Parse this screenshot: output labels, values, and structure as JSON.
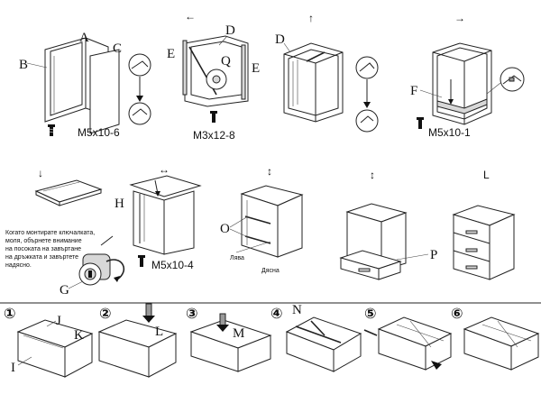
{
  "labels": {
    "A": "A",
    "B": "B",
    "C": "C",
    "D1": "D",
    "E1": "E",
    "Q": "Q",
    "E2": "E",
    "D2": "D",
    "F": "F",
    "H": "H",
    "O": "O",
    "P": "P",
    "G": "G",
    "J": "J",
    "K": "K",
    "I": "I",
    "L": "L",
    "M": "M",
    "N": "N"
  },
  "screws": {
    "s1": "M5x10-6",
    "s2": "M3x12-8",
    "s3": "M5x10-1",
    "s4": "M5x10-4"
  },
  "arrows": {
    "a1": "←",
    "a2": "↑",
    "a3": "→",
    "b1": "↓",
    "b2": "↔",
    "b3": "↕",
    "b4": "↕"
  },
  "left_label": "Лява",
  "right_label": "Дясна",
  "note_lines": [
    "Когато монтирате ключалката,",
    "моля, обърнете внимание",
    "на посоката на завъртане",
    "на дръжката и завъртете",
    "надясно."
  ],
  "steps": [
    "①",
    "②",
    "③",
    "④",
    "⑤",
    "⑥"
  ],
  "corner": "L"
}
